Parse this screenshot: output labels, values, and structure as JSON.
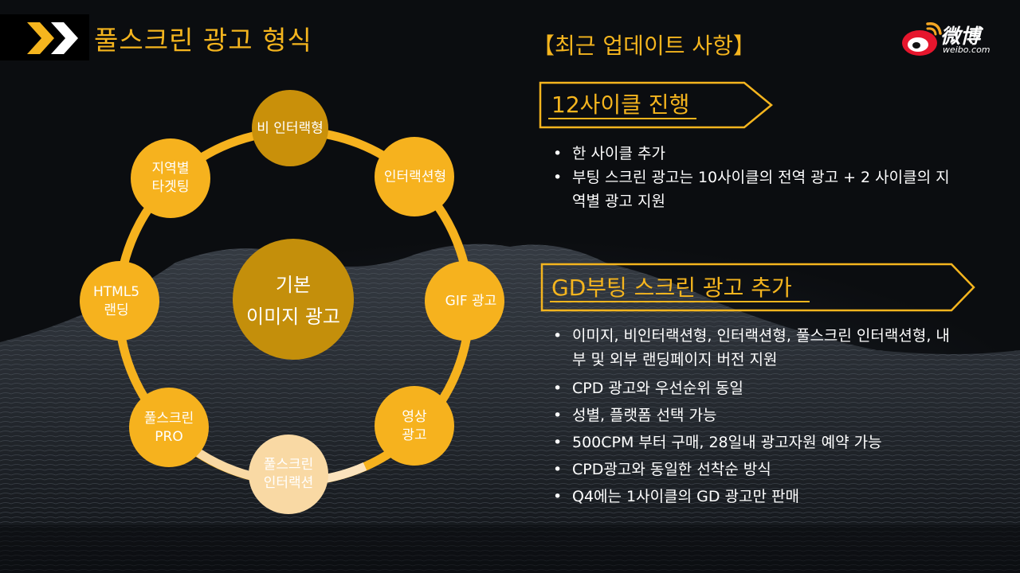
{
  "header": {
    "title": "풀스크린 광고 형식"
  },
  "logo": {
    "brand": "微博",
    "url": "weibo.com"
  },
  "updates": {
    "title": "【최근 업데이트 사항】",
    "section1": {
      "title": "12사이클 진행",
      "bullets": [
        "한 사이클 추가",
        "부팅 스크린 광고는 10사이클의 전역 광고 + 2 사이클의 지역별 광고 지원"
      ]
    },
    "section2": {
      "title": "GD부팅 스크린 광고 추가",
      "bullets": [
        "이미지, 비인터랙션형, 인터랙션형, 풀스크린 인터랙션형, 내부 및 외부 랜딩페이지 버전 지원",
        "CPD 광고와 우선순위 동일",
        "성별, 플랫폼 선택 가능",
        "500CPM 부터 구매, 28일내 광고자원 예약 가능",
        "CPD광고와 동일한 선착순 방식",
        "Q4에는 1사이클의 GD 광고만 판매"
      ]
    }
  },
  "diagram": {
    "center": {
      "line1": "기본",
      "line2": "이미지 광고"
    },
    "nodes": [
      {
        "line1": "비 인터랙형",
        "line2": ""
      },
      {
        "line1": "인터랙션형",
        "line2": ""
      },
      {
        "line1": "GIF 광고",
        "line2": ""
      },
      {
        "line1": "영상",
        "line2": "광고"
      },
      {
        "line1": "풀스크린",
        "line2": "인터랙션"
      },
      {
        "line1": "풀스크린",
        "line2": "PRO"
      },
      {
        "line1": "HTML5",
        "line2": "랜딩"
      },
      {
        "line1": "지역별",
        "line2": "타겟팅"
      }
    ]
  },
  "colors": {
    "accent": "#f5b51e",
    "node": "#f6b21e",
    "node_dark": "#c9900a",
    "node_light": "#f9d9a4",
    "center": "#c48f0b"
  }
}
